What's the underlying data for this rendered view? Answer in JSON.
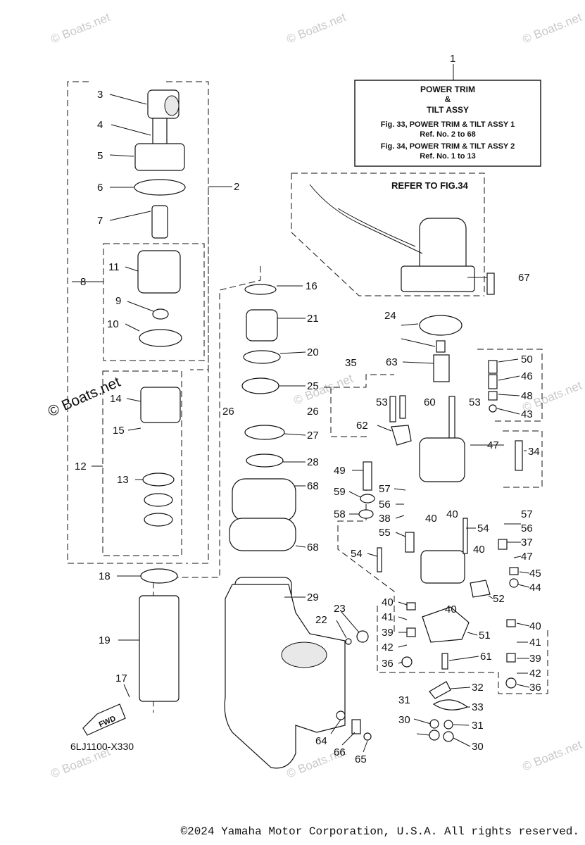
{
  "watermark": "© Boats.net",
  "info_box": {
    "line1": "POWER TRIM",
    "line2": "&",
    "line3": "TILT ASSY",
    "line4": "Fig. 33, POWER TRIM & TILT ASSY 1",
    "line5": "Ref. No. 2 to 68",
    "line6": "Fig. 34, POWER TRIM & TILT ASSY 2",
    "line7": "Ref. No. 1 to 13"
  },
  "refer_text": "REFER TO FIG.34",
  "fwd_label": "FWD",
  "diagram_code": "6LJ1100-X330",
  "copyright": "©2024 Yamaha Motor Corporation, U.S.A. All rights reserved.",
  "callouts": [
    "1",
    "2",
    "3",
    "4",
    "5",
    "6",
    "7",
    "8",
    "9",
    "10",
    "11",
    "12",
    "13",
    "14",
    "15",
    "16",
    "17",
    "18",
    "19",
    "20",
    "21",
    "22",
    "23",
    "24",
    "25",
    "26",
    "26",
    "27",
    "28",
    "29",
    "30",
    "30",
    "31",
    "31",
    "32",
    "33",
    "34",
    "35",
    "36",
    "36",
    "37",
    "38",
    "39",
    "39",
    "40",
    "40",
    "40",
    "40",
    "40",
    "40",
    "41",
    "41",
    "42",
    "42",
    "43",
    "44",
    "45",
    "46",
    "47",
    "47",
    "48",
    "49",
    "50",
    "51",
    "52",
    "53",
    "53",
    "54",
    "54",
    "55",
    "56",
    "56",
    "57",
    "57",
    "58",
    "59",
    "60",
    "61",
    "62",
    "63",
    "64",
    "65",
    "66",
    "67",
    "68",
    "68"
  ]
}
